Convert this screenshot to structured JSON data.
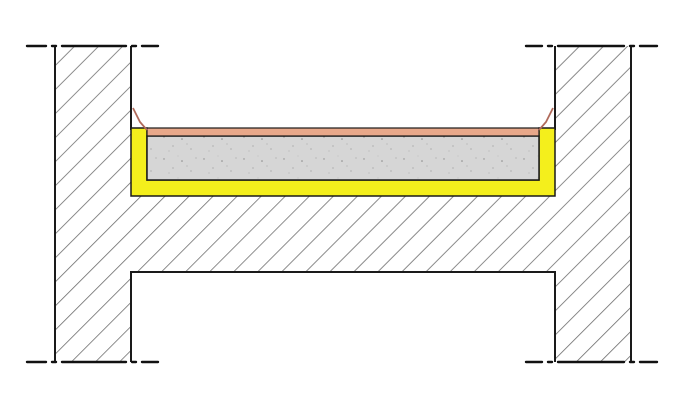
{
  "diagram": {
    "kind": "floor-slab-section",
    "layers": [
      {
        "name": "floor-covering",
        "color": "#e8a88a"
      },
      {
        "name": "screed",
        "color": "#d4d4d4"
      },
      {
        "name": "insulation",
        "color": "#f4ef1c"
      },
      {
        "name": "structure-hatched",
        "color": "#444444"
      }
    ],
    "colors": {
      "outline": "#1a1a1a",
      "hatch": "#6e6e6e",
      "covering_edge": "#c77b6b",
      "flashing": "#b06a5a"
    }
  }
}
